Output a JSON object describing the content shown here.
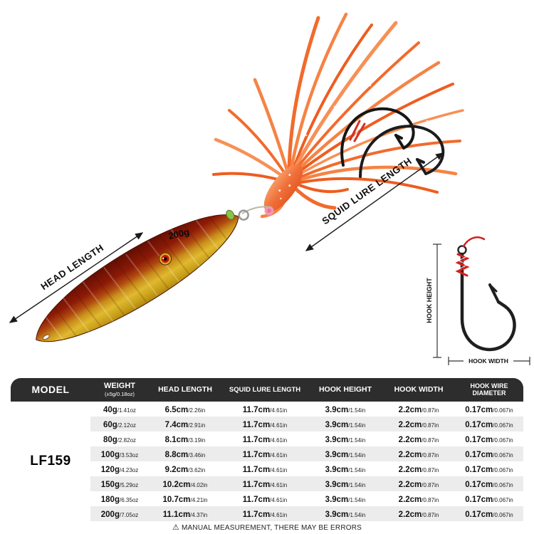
{
  "scene": {
    "weight_badge": "200g",
    "labels": {
      "head_length": "HEAD LENGTH",
      "squid_lure_length": "SQUID LURE LENGTH",
      "hook_height": "HOOK HEIGHT",
      "hook_width": "HOOK WIDTH"
    },
    "colors": {
      "skirt_orange": "#f26a2c",
      "jig_red": "#8c1a06",
      "jig_gold": "#d4a622",
      "thread_red": "#d42020",
      "table_header": "#2d2d2d"
    }
  },
  "table": {
    "headers": {
      "model": "MODEL",
      "weight": "WEIGHT",
      "weight_sub": "(±5g/0.18oz)",
      "head_length": "HEAD LENGTH",
      "squid_lure_length": "SQUID LURE LENGTH",
      "hook_height": "HOOK HEIGHT",
      "hook_width": "HOOK WIDTH",
      "hook_wire_diameter": "HOOK WIRE DIAMETER"
    },
    "model": "LF159",
    "rows": [
      {
        "weight": "40g",
        "weight_oz": "/1.41oz",
        "head": "6.5cm",
        "head_in": "/2.26in",
        "squid": "11.7cm",
        "squid_in": "/4.61in",
        "hook_h": "3.9cm",
        "hook_h_in": "/1.54in",
        "hook_w": "2.2cm",
        "hook_w_in": "/0.87in",
        "wire": "0.17cm",
        "wire_in": "/0.067in"
      },
      {
        "weight": "60g",
        "weight_oz": "/2.12oz",
        "head": "7.4cm",
        "head_in": "/2.91in",
        "squid": "11.7cm",
        "squid_in": "/4.61in",
        "hook_h": "3.9cm",
        "hook_h_in": "/1.54in",
        "hook_w": "2.2cm",
        "hook_w_in": "/0.87in",
        "wire": "0.17cm",
        "wire_in": "/0.067in"
      },
      {
        "weight": "80g",
        "weight_oz": "/2.82oz",
        "head": "8.1cm",
        "head_in": "/3.19in",
        "squid": "11.7cm",
        "squid_in": "/4.61in",
        "hook_h": "3.9cm",
        "hook_h_in": "/1.54in",
        "hook_w": "2.2cm",
        "hook_w_in": "/0.87in",
        "wire": "0.17cm",
        "wire_in": "/0.067in"
      },
      {
        "weight": "100g",
        "weight_oz": "/3.53oz",
        "head": "8.8cm",
        "head_in": "/3.46in",
        "squid": "11.7cm",
        "squid_in": "/4.61in",
        "hook_h": "3.9cm",
        "hook_h_in": "/1.54in",
        "hook_w": "2.2cm",
        "hook_w_in": "/0.87in",
        "wire": "0.17cm",
        "wire_in": "/0.067in"
      },
      {
        "weight": "120g",
        "weight_oz": "/4.23oz",
        "head": "9.2cm",
        "head_in": "/3.62in",
        "squid": "11.7cm",
        "squid_in": "/4.61in",
        "hook_h": "3.9cm",
        "hook_h_in": "/1.54in",
        "hook_w": "2.2cm",
        "hook_w_in": "/0.87in",
        "wire": "0.17cm",
        "wire_in": "/0.067in"
      },
      {
        "weight": "150g",
        "weight_oz": "/5.29oz",
        "head": "10.2cm",
        "head_in": "/4.02in",
        "squid": "11.7cm",
        "squid_in": "/4.61in",
        "hook_h": "3.9cm",
        "hook_h_in": "/1.54in",
        "hook_w": "2.2cm",
        "hook_w_in": "/0.87in",
        "wire": "0.17cm",
        "wire_in": "/0.067in"
      },
      {
        "weight": "180g",
        "weight_oz": "/6.35oz",
        "head": "10.7cm",
        "head_in": "/4.21in",
        "squid": "11.7cm",
        "squid_in": "/4.61in",
        "hook_h": "3.9cm",
        "hook_h_in": "/1.54in",
        "hook_w": "2.2cm",
        "hook_w_in": "/0.87in",
        "wire": "0.17cm",
        "wire_in": "/0.067in"
      },
      {
        "weight": "200g",
        "weight_oz": "/7.05oz",
        "head": "11.1cm",
        "head_in": "/4.37in",
        "squid": "11.7cm",
        "squid_in": "/4.61in",
        "hook_h": "3.9cm",
        "hook_h_in": "/1.54in",
        "hook_w": "2.2cm",
        "hook_w_in": "/0.87in",
        "wire": "0.17cm",
        "wire_in": "/0.067in"
      }
    ]
  },
  "footer": {
    "warning_icon": "⚠",
    "note": "MANUAL MEASUREMENT, THERE MAY BE ERRORS"
  }
}
